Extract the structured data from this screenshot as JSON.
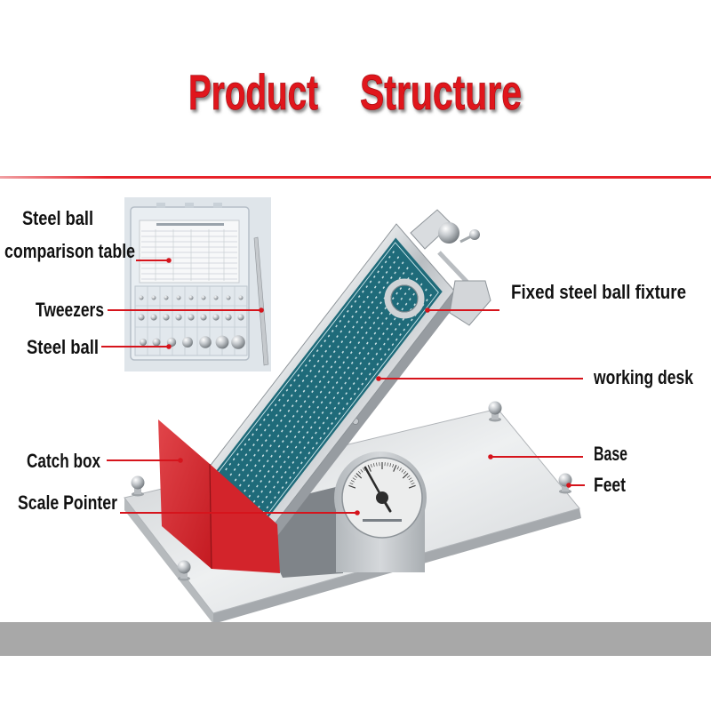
{
  "title": {
    "word1": "Product",
    "word2": "Structure"
  },
  "labels": {
    "steel_ball_comparison_table": {
      "line1": "Steel ball",
      "line2": "comparison table"
    },
    "tweezers": "Tweezers",
    "steel_ball": "Steel ball",
    "fixed_steel_ball_fixture": "Fixed steel ball fixture",
    "working_desk": "working desk",
    "base": "Base",
    "feet": "Feet",
    "catch_box": "Catch box",
    "scale_pointer": "Scale Pointer"
  },
  "colors": {
    "title": "#e0141b",
    "leader": "#d6141c",
    "desk": "#1f6b7a",
    "catch_box": "#d3242b",
    "band": "#a8a8a8"
  }
}
